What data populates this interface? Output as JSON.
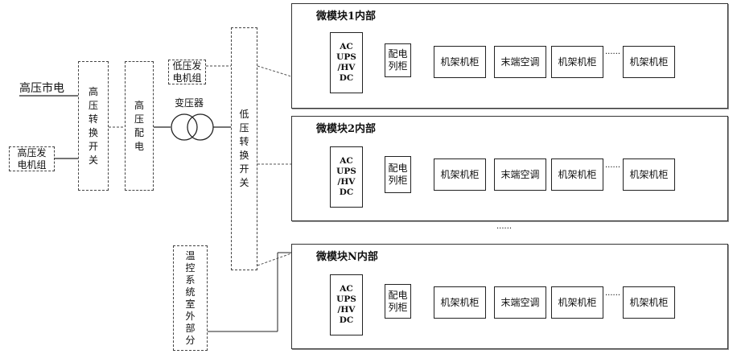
{
  "left": {
    "hv_mains": "高压市电",
    "hv_generator": "高压发\n电机组",
    "hv_transfer_switch": "高\n压\n转\n换\n开\n关",
    "hv_distribution": "高\n压\n配\n电",
    "transformer": "变压器",
    "lv_generator": "低压发\n电机组",
    "lv_transfer_switch": "低\n压\n转\n换\n开\n关",
    "temp_control_outdoor": "温\n控\n系\n统\n室\n外\n部\n分"
  },
  "modules": [
    {
      "title": "微模块1内部"
    },
    {
      "title": "微模块2内部"
    },
    {
      "title": "微模块N内部"
    }
  ],
  "module_items": {
    "ups": "AC\nUPS\n/HV\nDC",
    "pdu": "配电\n列柜",
    "rack1": "机架机柜",
    "ac": "末端空调",
    "rack2": "机架机柜",
    "ellipsis": "······",
    "rack3": "机架机柜"
  },
  "between_modules": "······"
}
